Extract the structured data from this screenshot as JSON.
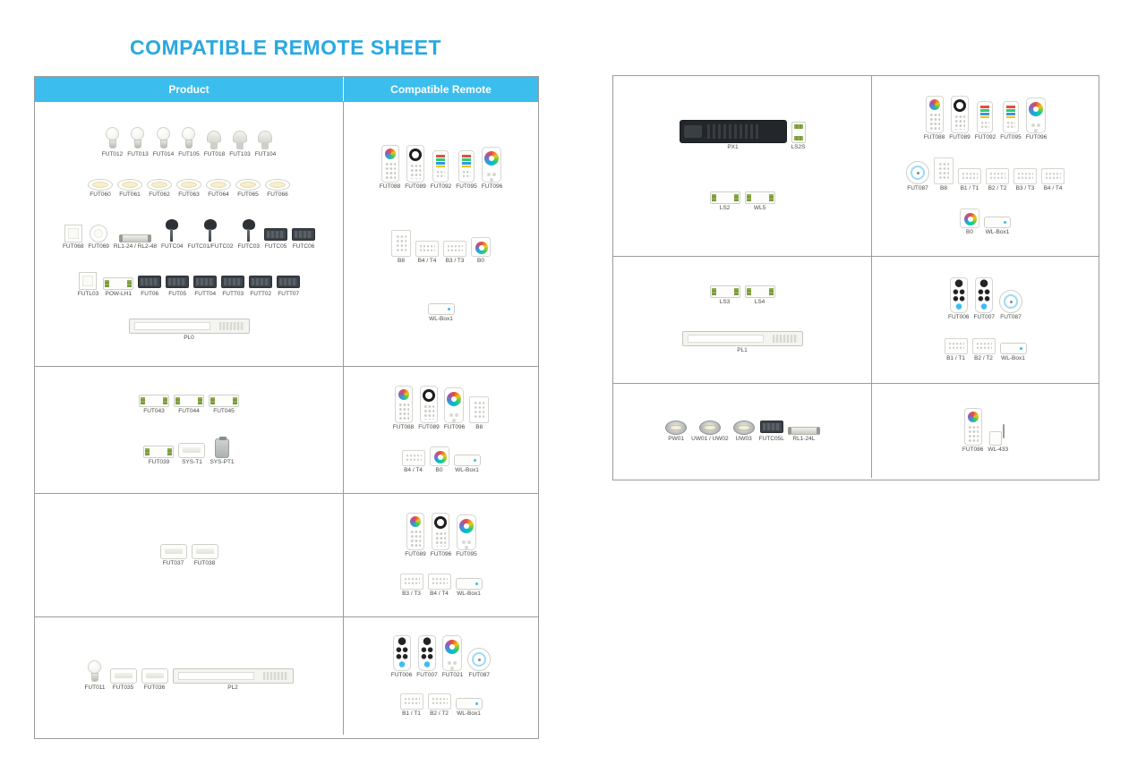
{
  "title": "COMPATIBLE REMOTE SHEET",
  "colors": {
    "header_bg": "#3bbdee",
    "title_text": "#29a9e1",
    "table_border": "#9b9b9b"
  },
  "left_table": {
    "header": [
      "Product",
      "Compatible Remote"
    ],
    "rows": [
      {
        "product_lines": [
          [
            {
              "label": "FUT012",
              "type": "bulb"
            },
            {
              "label": "FUT013",
              "type": "bulb"
            },
            {
              "label": "FUT014",
              "type": "bulb"
            },
            {
              "label": "FUT105",
              "type": "bulb"
            },
            {
              "label": "FUT018",
              "type": "spot"
            },
            {
              "label": "FUT103",
              "type": "spot"
            },
            {
              "label": "FUT104",
              "type": "spot"
            }
          ],
          [
            {
              "label": "FUT060",
              "type": "downlight"
            },
            {
              "label": "FUT061",
              "type": "downlight"
            },
            {
              "label": "FUT062",
              "type": "downlight"
            },
            {
              "label": "FUT063",
              "type": "downlight"
            },
            {
              "label": "FUT064",
              "type": "downlight"
            },
            {
              "label": "FUT065",
              "type": "downlight"
            },
            {
              "label": "FUT066",
              "type": "downlight"
            }
          ],
          [
            {
              "label": "FUT068",
              "type": "panel"
            },
            {
              "label": "FUT069",
              "type": "panel-round"
            },
            {
              "label": "RL1-24 / RL2-48",
              "type": "bar"
            },
            {
              "label": "FUTC04",
              "type": "garden"
            },
            {
              "label": "FUTC01/FUTC02",
              "type": "garden"
            },
            {
              "label": "FUTC03",
              "type": "garden"
            },
            {
              "label": "FUTC05",
              "type": "flood"
            },
            {
              "label": "FUTC06",
              "type": "flood"
            }
          ],
          [
            {
              "label": "FUTL03",
              "type": "panel"
            },
            {
              "label": "POW-LH1",
              "type": "controller"
            },
            {
              "label": "FUT06",
              "type": "flood"
            },
            {
              "label": "FUT05",
              "type": "flood"
            },
            {
              "label": "FUTT04",
              "type": "flood"
            },
            {
              "label": "FUTT03",
              "type": "flood"
            },
            {
              "label": "FUTT02",
              "type": "flood"
            },
            {
              "label": "FUTT07",
              "type": "flood"
            }
          ],
          [
            {
              "label": "PL0",
              "type": "driver"
            }
          ]
        ],
        "remote_lines": [
          [
            {
              "label": "FUT088",
              "type": "remote-keypad"
            },
            {
              "label": "FUT089",
              "type": "remote-dial"
            },
            {
              "label": "FUT092",
              "type": "remote-4zone"
            },
            {
              "label": "FUT095",
              "type": "remote-4zone"
            },
            {
              "label": "FUT096",
              "type": "remote-touch"
            }
          ],
          [
            {
              "label": "B8",
              "type": "wall-b8"
            },
            {
              "label": "B4 / T4",
              "type": "wall-panel"
            },
            {
              "label": "B3 / T3",
              "type": "wall-panel"
            },
            {
              "label": "B0",
              "type": "wall-round"
            }
          ],
          [
            {
              "label": "WL-Box1",
              "type": "wlbox"
            }
          ]
        ]
      },
      {
        "product_lines": [
          [
            {
              "label": "FUT043",
              "type": "controller"
            },
            {
              "label": "FUT044",
              "type": "controller"
            },
            {
              "label": "FUT045",
              "type": "controller"
            }
          ],
          [
            {
              "label": "FUT039",
              "type": "controller"
            },
            {
              "label": "SYS-T1",
              "type": "controller-box"
            },
            {
              "label": "SYS-PT1",
              "type": "power-brick"
            }
          ]
        ],
        "remote_lines": [
          [
            {
              "label": "FUT088",
              "type": "remote-keypad"
            },
            {
              "label": "FUT089",
              "type": "remote-dial"
            },
            {
              "label": "FUT096",
              "type": "remote-touch"
            },
            {
              "label": "B8",
              "type": "wall-b8"
            }
          ],
          [
            {
              "label": "B4 / T4",
              "type": "wall-panel"
            },
            {
              "label": "B0",
              "type": "wall-round"
            },
            {
              "label": "WL-Box1",
              "type": "wlbox"
            }
          ]
        ]
      },
      {
        "product_lines": [
          [
            {
              "label": "FUT037",
              "type": "controller-box"
            },
            {
              "label": "FUT038",
              "type": "controller-box"
            }
          ]
        ],
        "remote_lines": [
          [
            {
              "label": "FUT089",
              "type": "remote-keypad"
            },
            {
              "label": "FUT096",
              "type": "remote-dial"
            },
            {
              "label": "FUT095",
              "type": "remote-touch"
            }
          ],
          [
            {
              "label": "B3 / T3",
              "type": "wall-panel"
            },
            {
              "label": "B4 / T4",
              "type": "wall-panel"
            },
            {
              "label": "WL-Box1",
              "type": "wlbox"
            }
          ]
        ]
      },
      {
        "product_lines": [
          [
            {
              "label": "FUT011",
              "type": "bulb"
            },
            {
              "label": "FUT035",
              "type": "controller-box"
            },
            {
              "label": "FUT036",
              "type": "controller-box"
            },
            {
              "label": "PL2",
              "type": "driver"
            }
          ]
        ],
        "remote_lines": [
          [
            {
              "label": "FUT006",
              "type": "remote-buttons"
            },
            {
              "label": "FUT007",
              "type": "remote-buttons"
            },
            {
              "label": "FUT021",
              "type": "remote-touch"
            },
            {
              "label": "FUT087",
              "type": "remote-knob"
            }
          ],
          [
            {
              "label": "B1 / T1",
              "type": "wall-panel"
            },
            {
              "label": "B2 / T2",
              "type": "wall-panel"
            },
            {
              "label": "WL-Box1",
              "type": "wlbox"
            }
          ]
        ]
      }
    ]
  },
  "right_table": {
    "rows": [
      {
        "product_lines": [
          [
            {
              "label": "PX1",
              "type": "driver-dark"
            },
            {
              "label": "LS2S",
              "type": "din"
            }
          ],
          [
            {
              "label": "LS2",
              "type": "controller"
            },
            {
              "label": "WL5",
              "type": "controller"
            }
          ]
        ],
        "remote_lines": [
          [
            {
              "label": "FUT088",
              "type": "remote-keypad"
            },
            {
              "label": "FUT089",
              "type": "remote-dial"
            },
            {
              "label": "FUT092",
              "type": "remote-4zone"
            },
            {
              "label": "FUT095",
              "type": "remote-4zone"
            },
            {
              "label": "FUT096",
              "type": "remote-touch"
            }
          ],
          [
            {
              "label": "FUT087",
              "type": "remote-knob"
            },
            {
              "label": "B8",
              "type": "wall-b8"
            },
            {
              "label": "B1 / T1",
              "type": "wall-panel"
            },
            {
              "label": "B2 / T2",
              "type": "wall-panel"
            },
            {
              "label": "B3 / T3",
              "type": "wall-panel"
            },
            {
              "label": "B4 / T4",
              "type": "wall-panel"
            }
          ],
          [
            {
              "label": "B0",
              "type": "wall-round"
            },
            {
              "label": "WL-Box1",
              "type": "wlbox"
            }
          ]
        ]
      },
      {
        "product_lines": [
          [
            {
              "label": "LS3",
              "type": "controller"
            },
            {
              "label": "LS4",
              "type": "controller"
            }
          ],
          [
            {
              "label": "PL1",
              "type": "driver"
            }
          ]
        ],
        "remote_lines": [
          [
            {
              "label": "FUT006",
              "type": "remote-buttons"
            },
            {
              "label": "FUT007",
              "type": "remote-buttons"
            },
            {
              "label": "FUT087",
              "type": "remote-knob"
            }
          ],
          [
            {
              "label": "B1 / T1",
              "type": "wall-panel"
            },
            {
              "label": "B2 / T2",
              "type": "wall-panel"
            },
            {
              "label": "WL-Box1",
              "type": "wlbox"
            }
          ]
        ]
      },
      {
        "product_lines": [
          [
            {
              "label": "PW01",
              "type": "underwater"
            },
            {
              "label": "UW01 / UW02",
              "type": "underwater"
            },
            {
              "label": "UW03",
              "type": "underwater"
            },
            {
              "label": "FUTC05L",
              "type": "flood"
            },
            {
              "label": "RL1-24L",
              "type": "bar"
            }
          ]
        ],
        "remote_lines": [
          [
            {
              "label": "FUT086",
              "type": "remote-keypad"
            },
            {
              "label": "WL-433",
              "type": "wl433"
            }
          ]
        ]
      }
    ]
  }
}
